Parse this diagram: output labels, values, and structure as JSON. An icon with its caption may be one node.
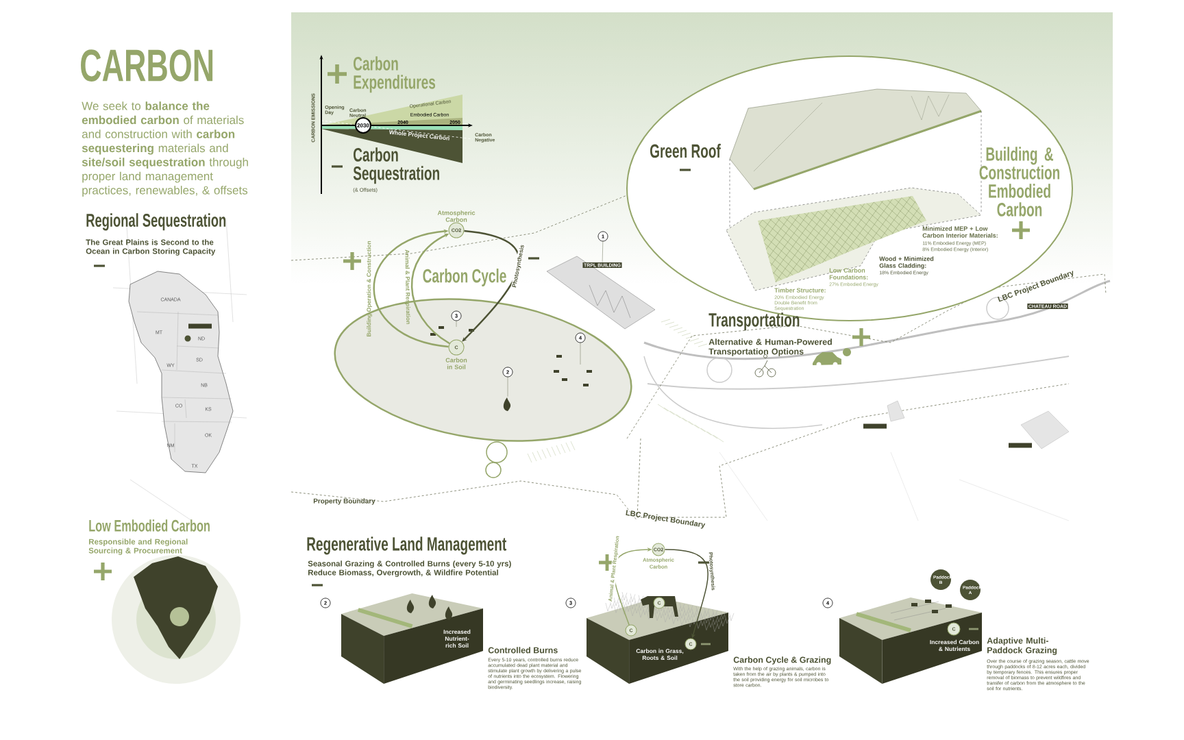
{
  "diagram": {
    "title": "CARBON",
    "nodes": [
      {
        "text": [
          "CO2"
        ],
        "beside": [
          "Atmospheric Carbon"
        ]
      },
      {
        "text": [
          "C"
        ],
        "beside": [
          "Carbon in Soil"
        ]
      },
      {
        "text": [
          "1"
        ]
      },
      {
        "text": [
          "TRPL BUILDING"
        ]
      },
      {
        "text": [
          "3"
        ]
      },
      {
        "text": [
          "4"
        ]
      },
      {
        "text": [
          "2"
        ]
      },
      {
        "text": [
          "CHATEAU ROAD"
        ]
      },
      {
        "text": [],
        "shape": "box"
      },
      {
        "text": [],
        "shape": "box"
      },
      {
        "text": [],
        "shape": "box"
      },
      {
        "text": [
          "2030"
        ]
      },
      {
        "text": [
          "2"
        ]
      },
      {
        "text": [
          "3"
        ]
      },
      {
        "text": [
          "4"
        ]
      },
      {
        "text": [
          "CO2"
        ],
        "beside": [
          "Atmospheric Carbon"
        ]
      },
      {
        "text": [
          "C"
        ]
      },
      {
        "text": [
          "C"
        ]
      },
      {
        "text": [
          "C"
        ]
      },
      {
        "text": [
          "Paddock B"
        ]
      },
      {
        "text": [
          "Paddock A"
        ]
      },
      {
        "text": [
          "C"
        ]
      },
      {
        "text": [],
        "shape": "picture"
      }
    ],
    "edges": [
      {
        "from": 1,
        "to": 0,
        "arrow": "to",
        "label": "Building Operation & Construction",
        "color": "#95a66a"
      },
      {
        "from": 1,
        "to": 0,
        "arrow": "to",
        "label": "Animal & Plant Respiration",
        "color": "#95a66a"
      },
      {
        "from": 0,
        "to": 1,
        "arrow": "to",
        "label": "Photosynthesis"
      },
      {
        "from": 2,
        "to": 3,
        "arrow": "none"
      },
      {
        "from": 4,
        "to": null,
        "arrow": "none"
      },
      {
        "from": 5,
        "to": null,
        "arrow": "none"
      },
      {
        "from": 6,
        "to": 22,
        "arrow": "none"
      },
      {
        "from": 17,
        "to": 15,
        "arrow": "to",
        "label": "Animal & Plant Respiration",
        "color": "#95a66a"
      },
      {
        "from": 15,
        "to": 18,
        "arrow": "to",
        "label": "Photosynthesis"
      }
    ],
    "labels": [
      "Carbon Expenditures",
      "Carbon Sequestration",
      "(& Offsets)",
      "CARBON EMISSIONS",
      "Opening Day",
      "Carbon Neutral",
      "2040",
      "Embodied Carbon",
      "2050",
      "Operational Carbon",
      "Whole Project Carbon",
      "Carbon Negative",
      "We seek to **balance the embodied carbon** of materials and construction with **carbon sequestering** materials and **site/soil sequestration** through proper land management practices, renewables, & offsets",
      "Regional Sequestration",
      "The Great Plains is Second to the Ocean in Carbon Storing Capacity",
      "CANADA",
      "MT",
      "ND",
      "WY",
      "SD",
      "NB",
      "CO",
      "KS",
      "OK",
      "NM",
      "TX",
      "Low Embodied Carbon",
      "Responsible and Regional Sourcing & Procurement",
      "Carbon Cycle",
      "Property Boundary",
      "LBC Project Boundary",
      "LBC Project Boundary",
      "Transportation",
      "Alternative & Human-Powered Transportation Options",
      "Green Roof",
      "Building & Construction Embodied Carbon",
      "Minimized MEP + Low Carbon Interior Materials:",
      "11% Embodied Energy (MEP)",
      "8% Embodied Energy (Interior)",
      "Wood + Minimized Glass Cladding:",
      "18% Embodied Energy",
      "Low Carbon Foundations:",
      "27% Embodied Energy",
      "Timber Structure:",
      "20% Embodied Energy Double Benefit from Sequestration",
      "Regenerative Land Management",
      "Seasonal Grazing & Controlled Burns (every 5-10 yrs) Reduce Biomass, Overgrowth, & Wildfire Potential",
      "Increased Nutrient-rich Soil",
      "Controlled Burns",
      "Every 5-10 years, controlled burns reduce accumulated dead plant material and stimulate plant growth by delivering a pulse of nutrients into the ecosystem. Flowering and germinating seedlings increase, raising biodiversity.",
      "Carbon in Grass, Roots & Soil",
      "Carbon Cycle & Grazing",
      "With the help of grazing animals, carbon is taken from the air by plants & pumped into the soil providing energy for soil microbes to store carbon.",
      "Increased Carbon & Nutrients",
      "Adaptive Multi-Paddock Grazing",
      "Over the course of grazing season, cattle move through paddocks of 8-12 acres each, divided by temporary fences. This ensures proper removal of biomass to prevent wildfires and transfer of carbon from the atmosphere to the soil for nutrients."
    ]
  }
}
